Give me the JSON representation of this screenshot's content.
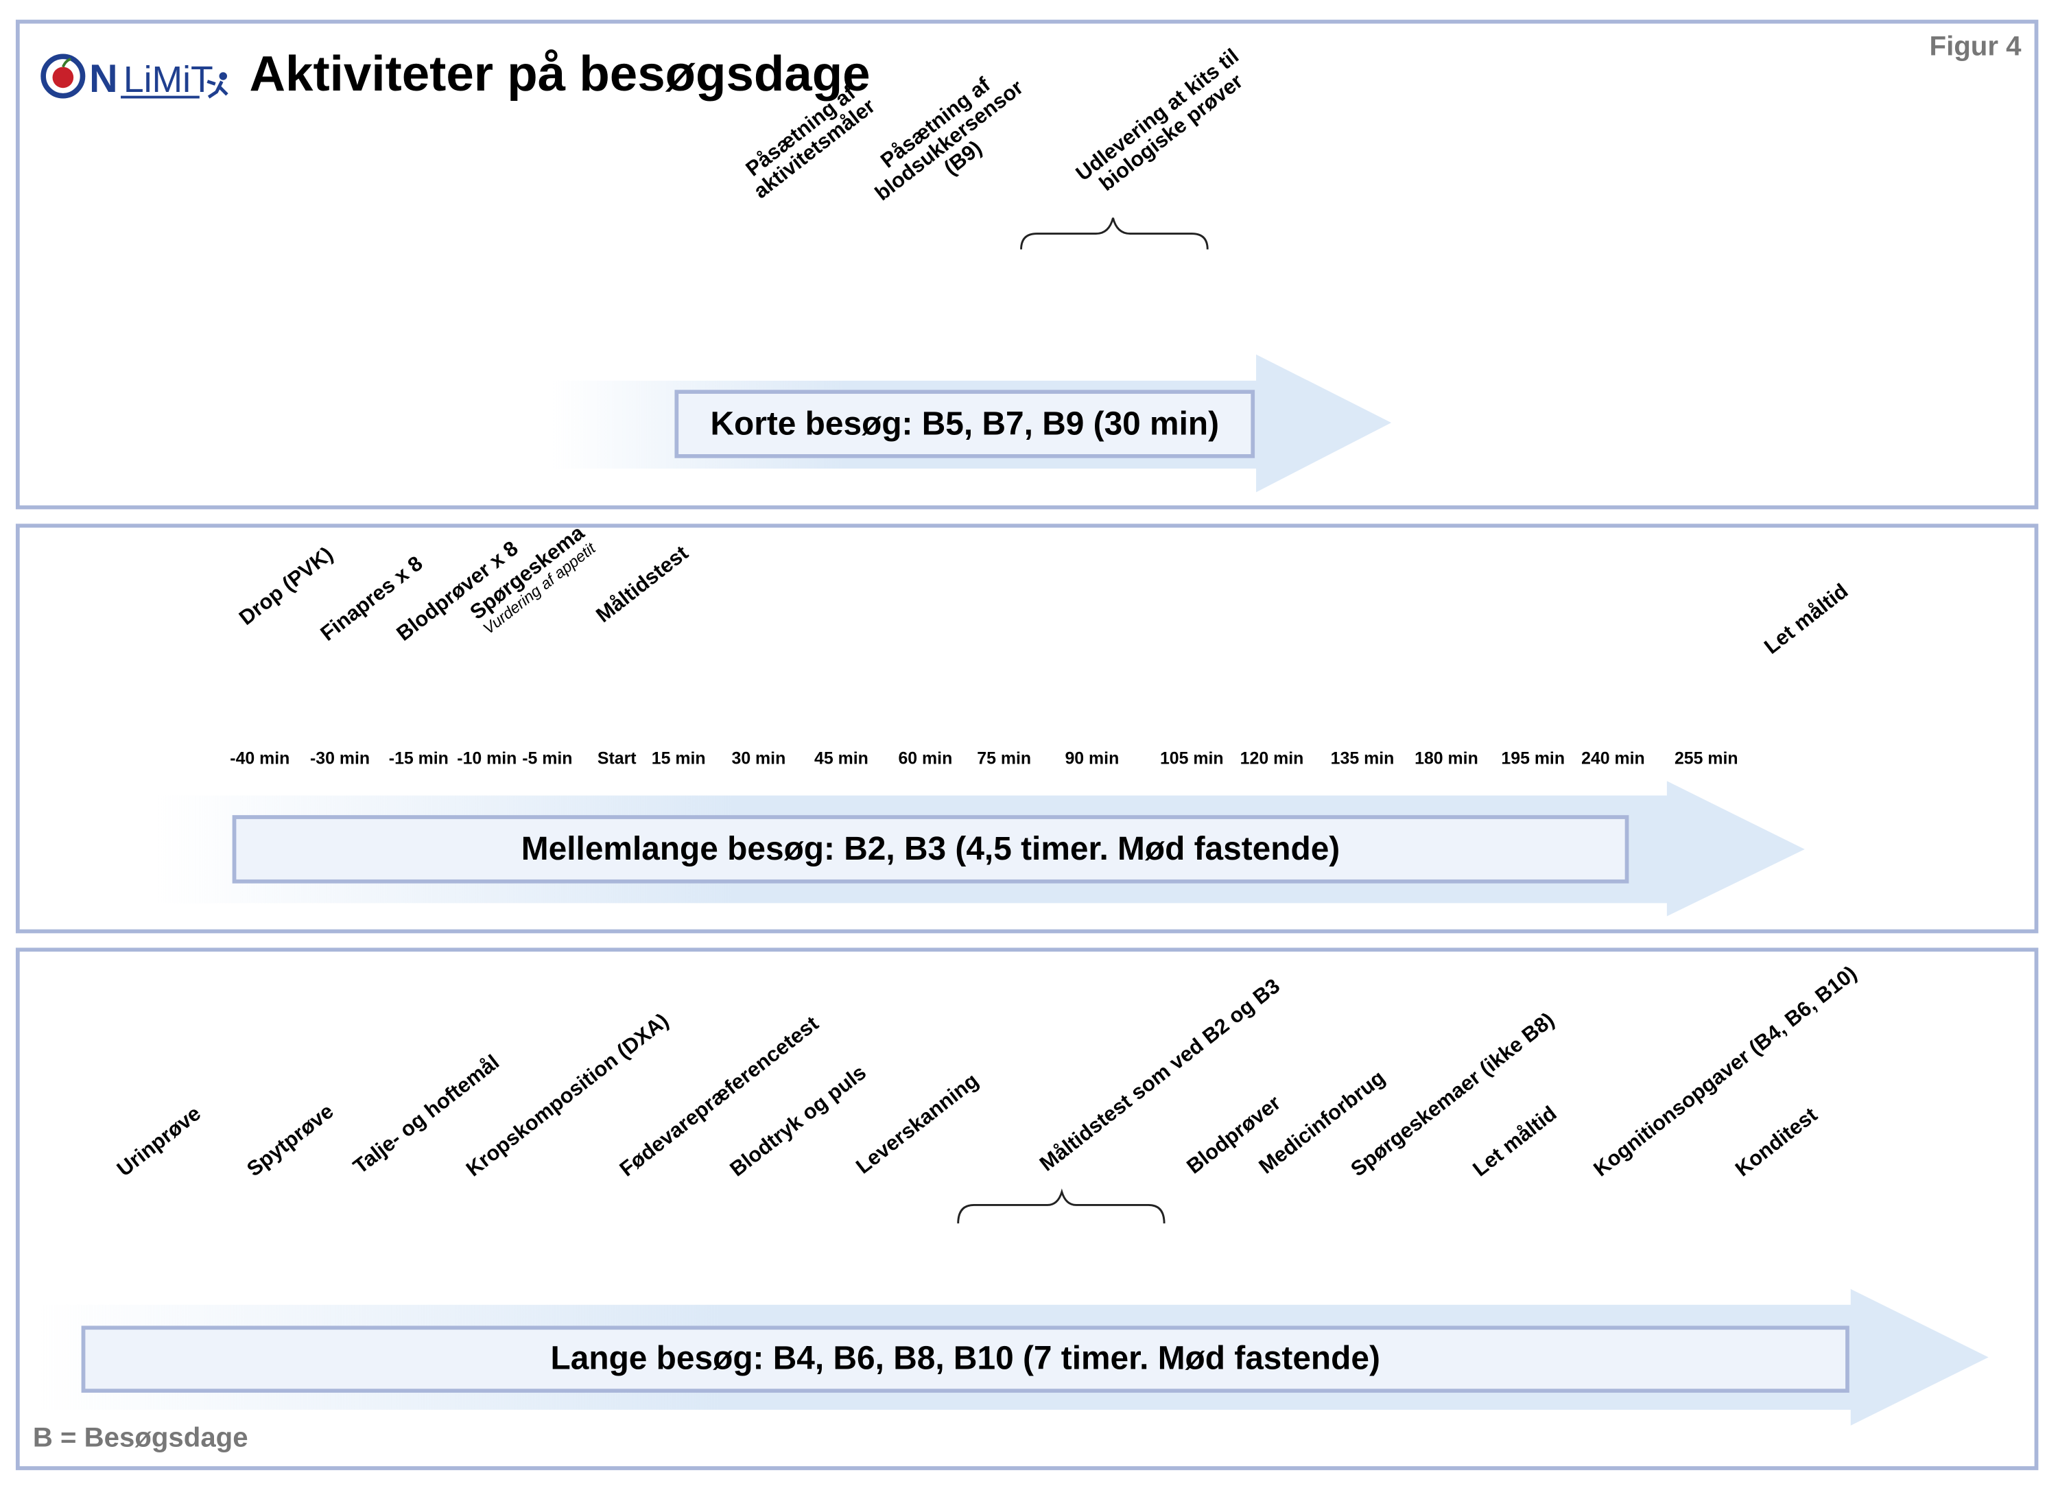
{
  "header": {
    "title": "Aktiviteter på besøgsdage",
    "logo_text": "ON LiMiT",
    "figure_label": "Figur 4"
  },
  "colors": {
    "border": "#a9b6d9",
    "arrow": "#dce9f7",
    "box_fill": "#eef3fb",
    "tube_cap": "#e8642a",
    "blood": "#a02c2c",
    "urine": "#f5c400",
    "cap_blue": "#3d7fd0",
    "cap_red": "#d93a3a"
  },
  "short": {
    "label": "Korte besøg: B5, B7, B9 (30 min)",
    "items": [
      {
        "lines": [
          "Påsætning af",
          "aktivitetsmåler"
        ],
        "icon": "activity-tracker-icon"
      },
      {
        "lines": [
          "Påsætning af",
          "blodsukkersensor",
          "(B9)"
        ],
        "icon": "glucose-sensor-icon"
      },
      {
        "lines": [
          "Udlevering at kits til",
          "biologiske prøver"
        ],
        "icon": "sample-kit-icon"
      }
    ]
  },
  "medium": {
    "label": "Mellemlange besøg: B2, B3 (4,5 timer. Mød fastende)",
    "activities": [
      {
        "label": "Drop (PVK)"
      },
      {
        "label": "Finapres x 8"
      },
      {
        "label": "Blodprøver x 8"
      },
      {
        "label": "Spørgeskema",
        "sub": "Vurdering af appetit"
      },
      {
        "label": "Måltidstest"
      },
      {
        "label": "Let måltid"
      }
    ],
    "times": [
      "-40 min",
      "-30 min",
      "-15 min",
      "-10 min",
      "-5 min",
      "Start",
      "15 min",
      "30 min",
      "45 min",
      "60 min",
      "75 min",
      "90 min",
      "105 min",
      "120 min",
      "135 min",
      "180 min",
      "195 min",
      "240 min",
      "255 min"
    ],
    "icons": [
      "iv-arm-icon",
      "finapres-icon",
      "blood-tube-icon",
      "questionnaire-pen-icon",
      "blood-tube-icon",
      "meal-drink-icon",
      "finapres-icon",
      "tube-pen-icon",
      "finapres-icon",
      "tube-pen-icon",
      "finapres-icon",
      "tube-pen-icon",
      "finapres-icon",
      "tube-pen-icon",
      "finapres-icon",
      "tube-pen-icon",
      "finapres-icon",
      "tube-pen-icon",
      "finapres-icon",
      "banana-orange-icon"
    ]
  },
  "long": {
    "label": "Lange besøg: B4, B6, B8, B10 (7 timer. Mød fastende)",
    "items": [
      {
        "label": "Urinprøve",
        "icon": "urine-cup-icon"
      },
      {
        "label": "Spytprøve",
        "icon": "saliva-swab-icon"
      },
      {
        "label": "Talje- og hoftemål",
        "icon": "measuring-tape-icon"
      },
      {
        "label": "Kropskomposition (DXA)",
        "icon": "dxa-scanner-icon"
      },
      {
        "label": "Fødevarepræferencetest",
        "icon": "food-monitor-icon"
      },
      {
        "label": "Blodtryk og puls",
        "icon": "blood-pressure-icon"
      },
      {
        "label": "Leverskanning",
        "icon": "liver-scan-icon"
      },
      {
        "label": "Måltidstest som ved B2 og B3",
        "icon": "meal-test-icon"
      },
      {
        "label": "Blodprøver",
        "icon": "blood-tube-icon"
      },
      {
        "label": "Medicinforbrug",
        "icon": "medication-clipboard-icon"
      },
      {
        "label": "Spørgeskemaer (ikke B8)",
        "icon": "questionnaire-icon"
      },
      {
        "label": "Let måltid",
        "icon": "banana-orange-icon"
      },
      {
        "label": "Kognitionsopgaver (B4, B6, B10)",
        "icon": "brain-icon"
      },
      {
        "label": "Konditest",
        "icon": "exercise-bike-icon"
      }
    ]
  },
  "footer": {
    "legend": "B = Besøgsdage"
  }
}
